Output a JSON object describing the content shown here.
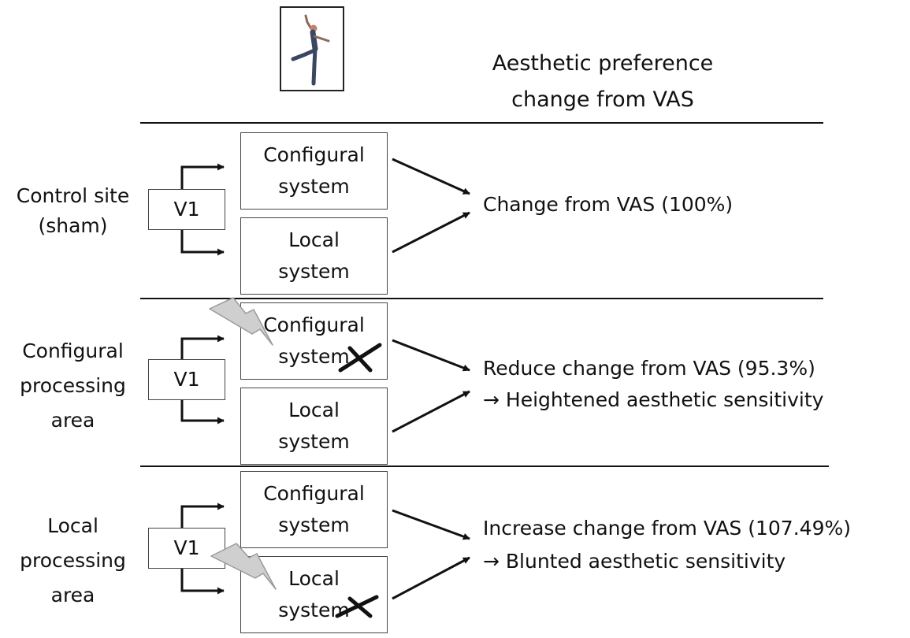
{
  "header": {
    "title_line1": "Aesthetic preference",
    "title_line2": "change from VAS"
  },
  "rows": [
    {
      "label_lines": [
        "Control site",
        "(sham)"
      ],
      "v1": "V1",
      "configural": [
        "Configural",
        "system"
      ],
      "local": [
        "Local",
        "system"
      ],
      "result_line1": "Change from VAS (100%)",
      "result_line2": ""
    },
    {
      "label_lines": [
        "Configural",
        "processing",
        "area"
      ],
      "v1": "V1",
      "configural": [
        "Configural",
        "system"
      ],
      "local": [
        "Local",
        "system"
      ],
      "result_line1": "Reduce change from VAS (95.3%)",
      "result_line2": "→ Heightened aesthetic sensitivity"
    },
    {
      "label_lines": [
        "Local",
        "processing",
        "area"
      ],
      "v1": "V1",
      "configural": [
        "Configural",
        "system"
      ],
      "local": [
        "Local",
        "system"
      ],
      "result_line1": "Increase change from VAS (107.49%)",
      "result_line2": "→ Blunted aesthetic sensitivity"
    }
  ],
  "icons": {
    "stimulus": "dancer-figure-icon",
    "stimulation": "lightning-bolt-icon",
    "disabled": "cross-mark-icon"
  }
}
